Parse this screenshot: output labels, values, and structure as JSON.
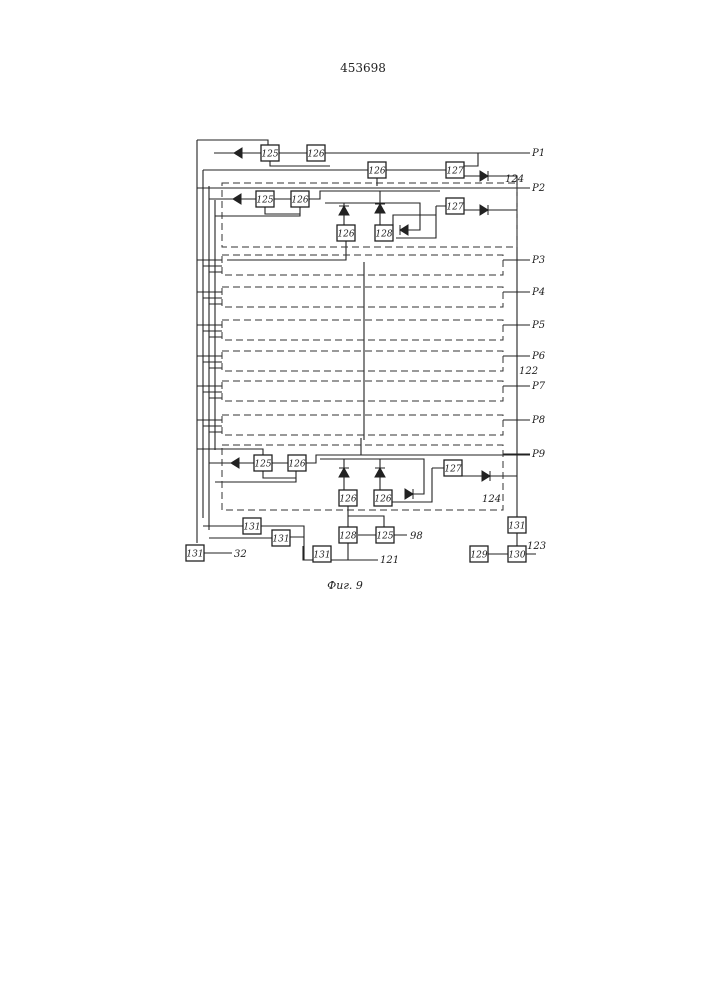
{
  "patent_number": "453698",
  "figure_caption": "Фиг. 9",
  "lines": {
    "P1": "P1",
    "P2": "P2",
    "P3": "P3",
    "P4": "P4",
    "P5": "P5",
    "P6": "P6",
    "P7": "P7",
    "P8": "P8",
    "P9": "P9"
  },
  "references": {
    "r122": "122",
    "r124_top": "124",
    "r124_bottom": "124",
    "r98": "98",
    "r121": "121",
    "r32": "32",
    "r123": "123"
  },
  "blocks": {
    "b125": "125",
    "b126": "126",
    "b127": "127",
    "b128": "128",
    "b129": "129",
    "b130": "130",
    "b131": "131"
  }
}
